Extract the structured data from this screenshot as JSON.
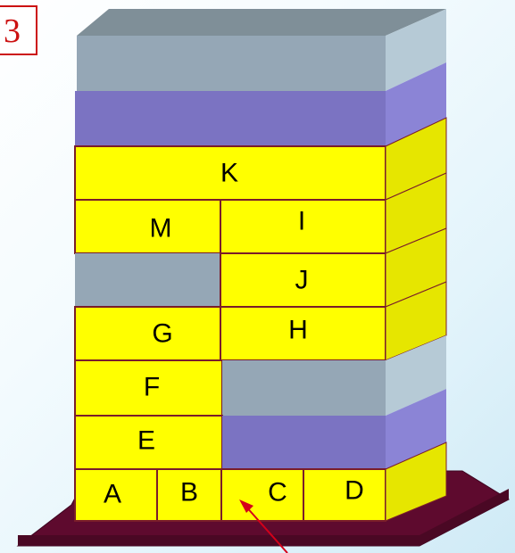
{
  "figure_number": "3",
  "labels": {
    "a": "A",
    "b": "B",
    "c": "C",
    "d": "D",
    "e": "E",
    "f": "F",
    "g": "G",
    "h": "H",
    "i": "I",
    "j": "J",
    "k": "K",
    "m": "M"
  },
  "colors": {
    "yellow": "#ffff00",
    "yellow_side": "#e6e600",
    "grey_block": "#95a7b6",
    "grey_side": "#b6cad6",
    "purple_block": "#7b73c2",
    "purple_side": "#8b84d6",
    "base": "#5e0a2e",
    "outline": "#7a1d2a",
    "arrow": "#d4001a"
  }
}
